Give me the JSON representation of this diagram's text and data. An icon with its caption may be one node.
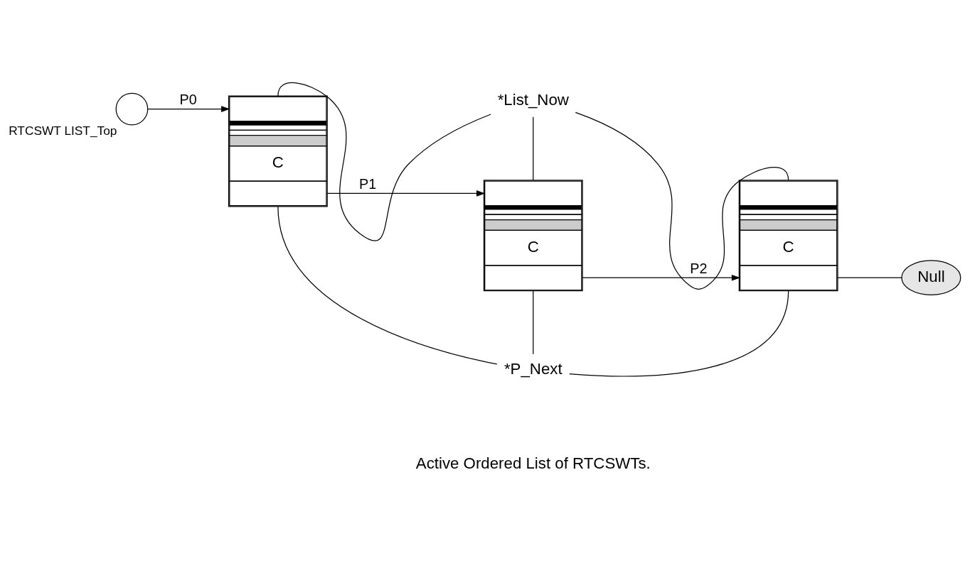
{
  "diagram": {
    "nodes": [
      {
        "text": [],
        "shape": "circle",
        "beside": [
          "RTCSWT LIST_Top"
        ]
      },
      {
        "text": [
          "C"
        ]
      },
      {
        "text": [
          "C"
        ]
      },
      {
        "text": [
          "C"
        ]
      },
      {
        "text": [
          "Null"
        ]
      },
      {
        "text": [
          "*List_Now"
        ]
      },
      {
        "text": [
          "*P_Next"
        ]
      }
    ],
    "edges": [
      {
        "from": 0,
        "to": 1,
        "arrow": "to",
        "label": "P0"
      },
      {
        "from": 1,
        "to": 2,
        "arrow": "to",
        "label": "P1"
      },
      {
        "from": 2,
        "to": 3,
        "arrow": "to",
        "label": "P2"
      },
      {
        "from": 3,
        "to": 4,
        "arrow": "none"
      },
      {
        "from": 5,
        "to": 1,
        "arrow": "none"
      },
      {
        "from": 5,
        "to": 2,
        "arrow": "none"
      },
      {
        "from": 5,
        "to": 3,
        "arrow": "none"
      },
      {
        "from": 6,
        "to": 1,
        "arrow": "none"
      },
      {
        "from": 6,
        "to": 2,
        "arrow": "none"
      },
      {
        "from": 6,
        "to": 3,
        "arrow": "none"
      }
    ],
    "labels": [
      "Active Ordered List of RTCSWTs."
    ]
  }
}
